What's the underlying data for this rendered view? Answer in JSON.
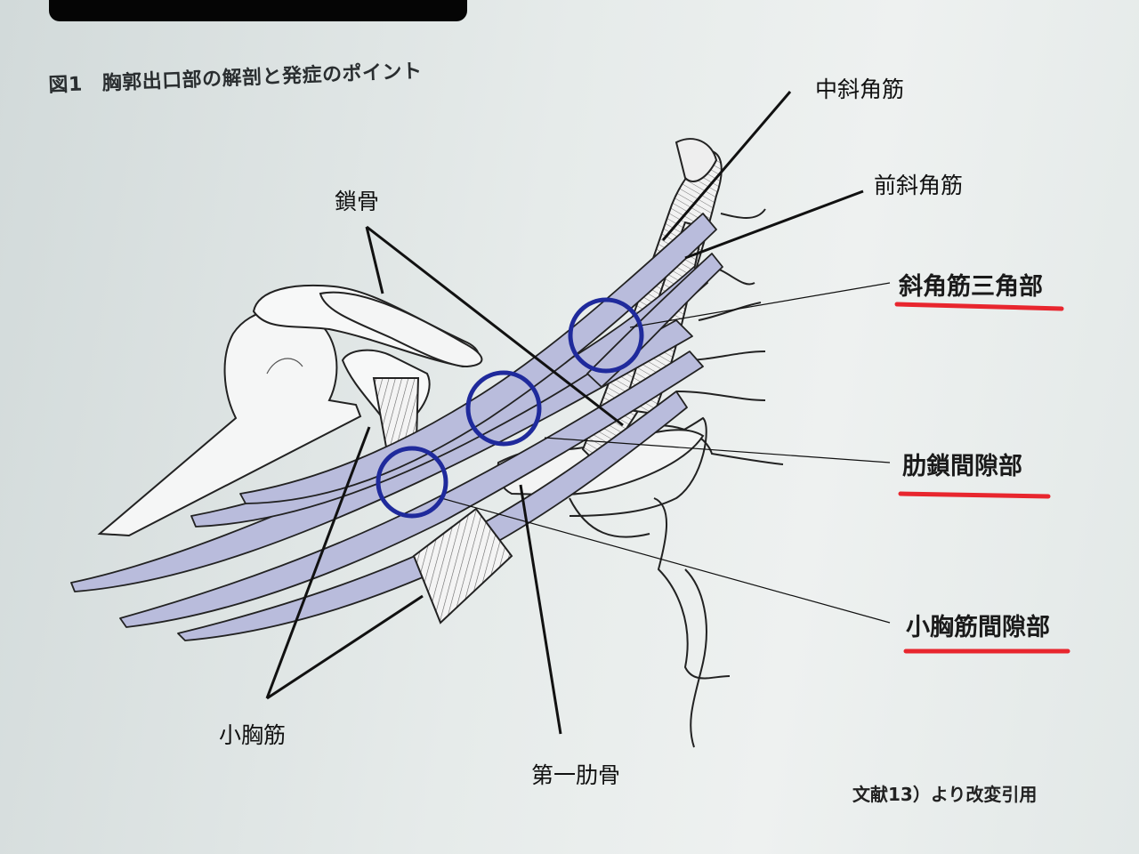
{
  "figure": {
    "number": "図1",
    "title": "胸郭出口部の解剖と発症のポイント",
    "source_note": "文献13）より改変引用"
  },
  "labels": {
    "middle_scalene": "中斜角筋",
    "anterior_scalene": "前斜角筋",
    "clavicle": "鎖骨",
    "pectoralis_minor": "小胸筋",
    "first_rib": "第一肋骨"
  },
  "compression_points": [
    {
      "label": "斜角筋三角部"
    },
    {
      "label": "肋鎖間隙部"
    },
    {
      "label": "小胸筋間隙部"
    }
  ],
  "colors": {
    "nerve_fill": "#b9bcdc",
    "compression_circle": "#1f2a9c",
    "underline": "#e8262e",
    "outline": "#222222"
  }
}
